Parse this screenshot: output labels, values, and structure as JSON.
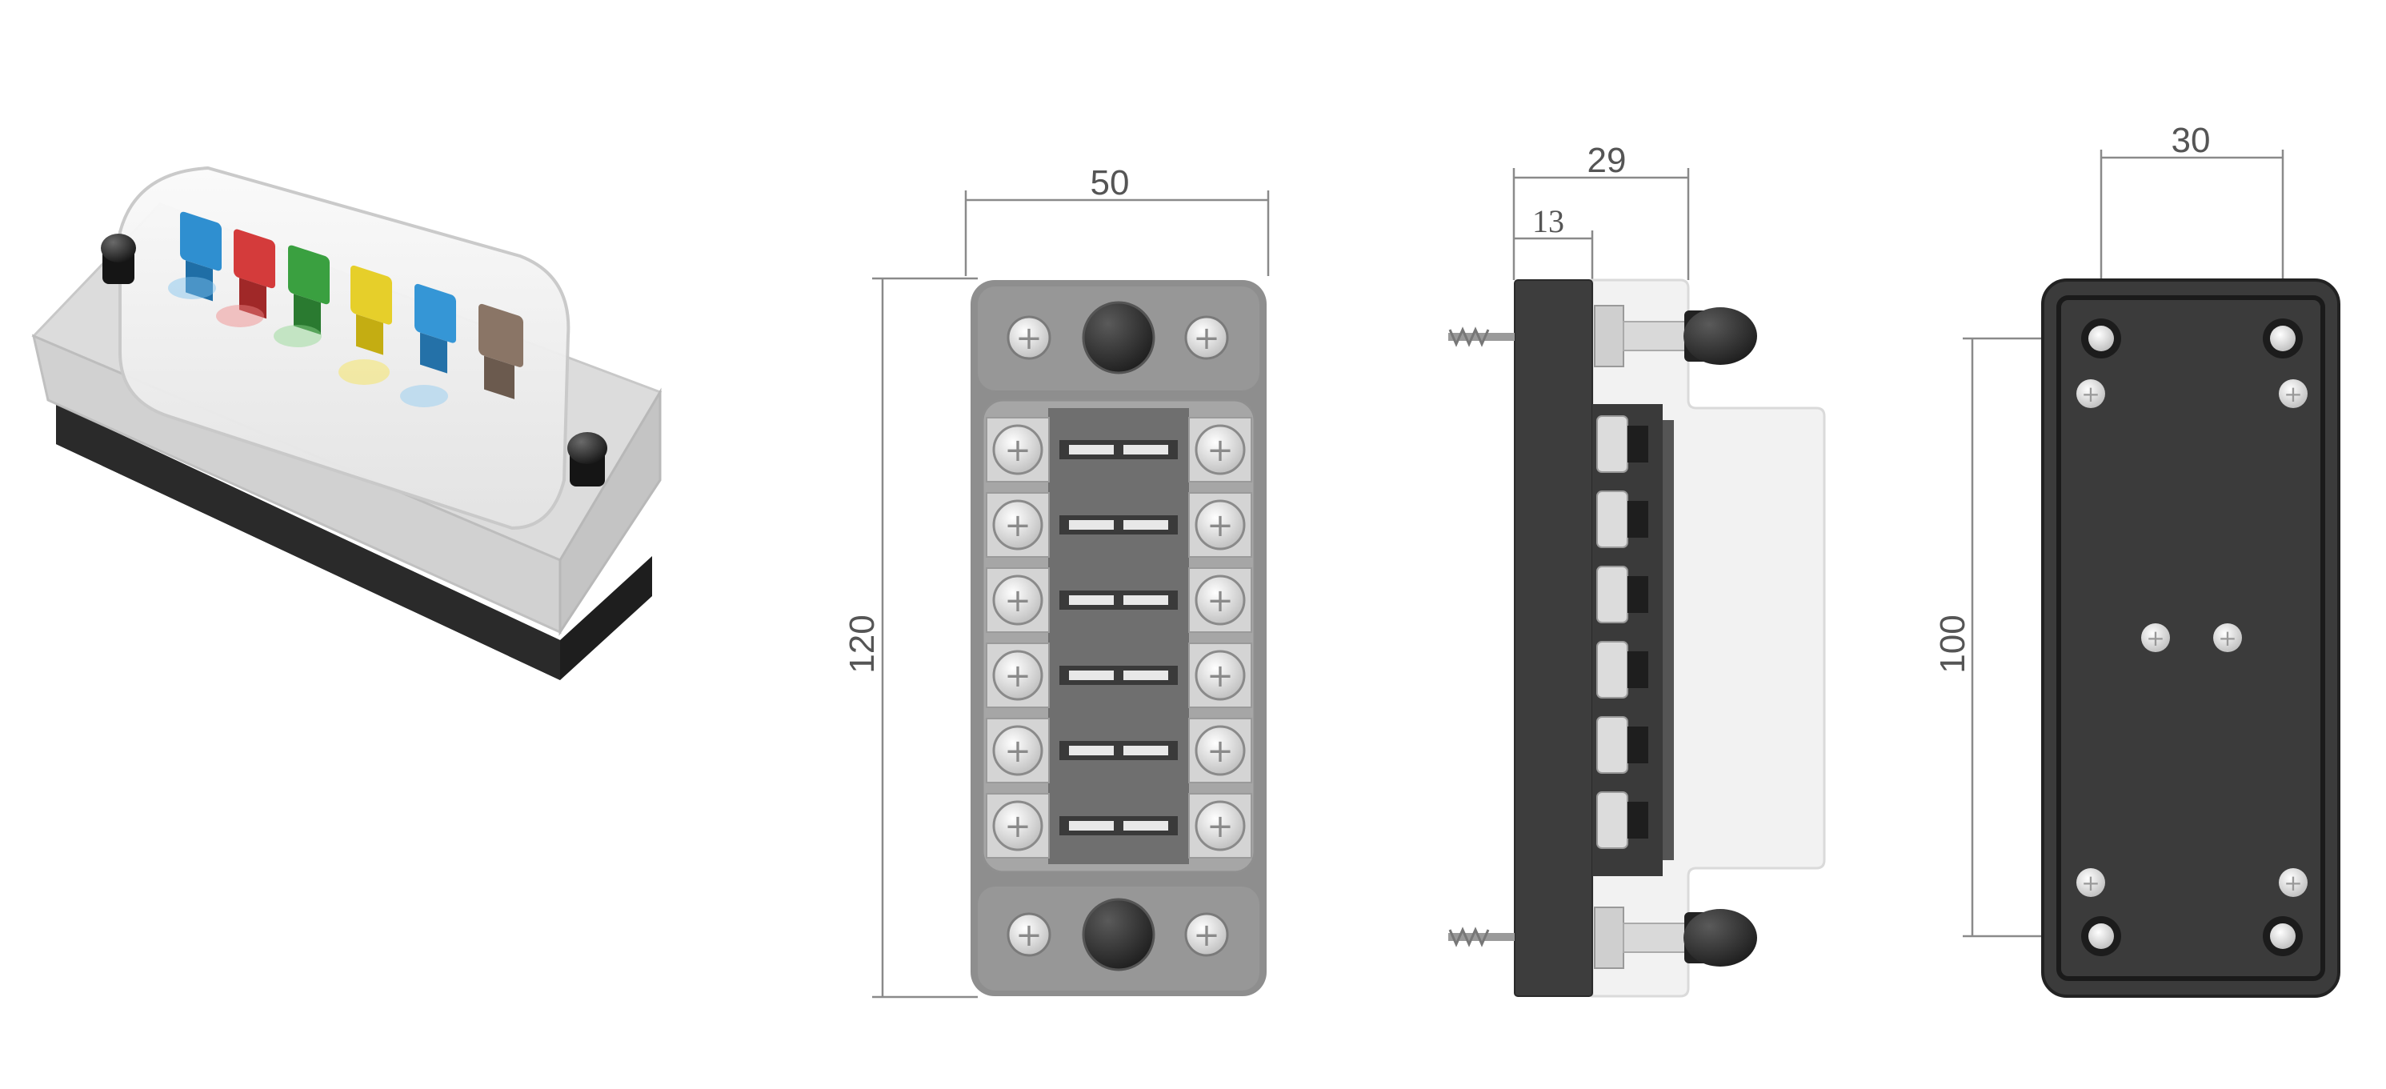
{
  "figure": {
    "subject": "6-way blade fuse block with cover",
    "fuse_count": 6,
    "fuse_colors": [
      "#2f8fd0",
      "#d43b3b",
      "#3aa040",
      "#e6cf2a",
      "#3596d6",
      "#8a7566"
    ]
  },
  "front_view": {
    "width_label": "50",
    "height_label": "120"
  },
  "side_view": {
    "depth_label": "29",
    "base_label": "13"
  },
  "back_view": {
    "hole_spacing_x_label": "30",
    "hole_spacing_y_label": "100"
  },
  "colors": {
    "dim_line": "#8a8a8a",
    "dim_text": "#555555",
    "front_body": "#8e8e8e",
    "front_inner": "#a9a9a9",
    "back_body": "#3b3b3b",
    "side_body": "#3d3d3d"
  }
}
